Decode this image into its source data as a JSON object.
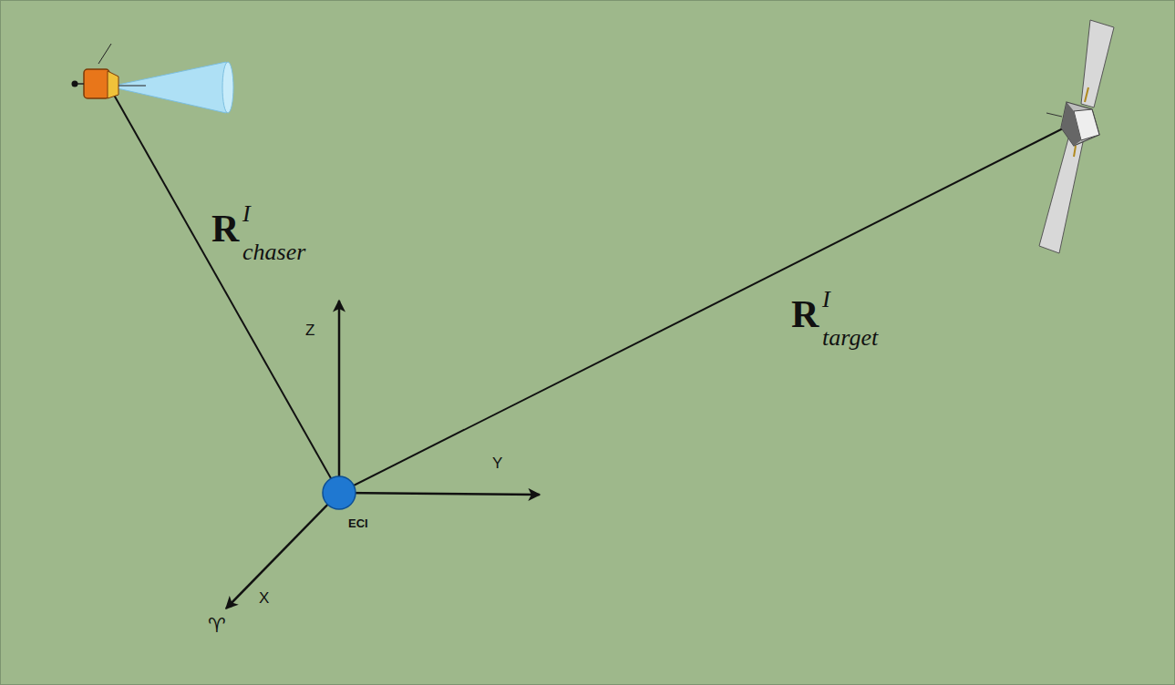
{
  "diagram": {
    "labels": [
      "R",
      "I",
      "chaser",
      "R",
      "I",
      "target",
      "Z",
      "Y",
      "ECI",
      "X",
      "♈"
    ]
  }
}
